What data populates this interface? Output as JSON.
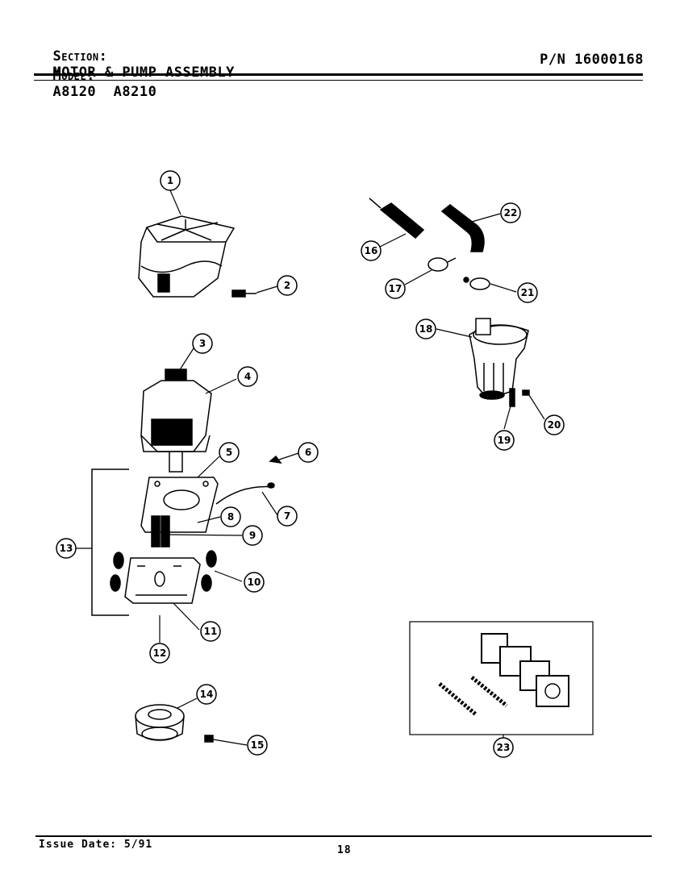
{
  "header": {
    "section_label": "Section:",
    "section_value": "MOTOR & PUMP ASSEMBLY",
    "model_label": "Model:",
    "model_value": "A8120  A8210",
    "part_number": "P/N 16000168"
  },
  "callouts": [
    "1",
    "2",
    "3",
    "4",
    "5",
    "6",
    "7",
    "8",
    "9",
    "10",
    "11",
    "12",
    "13",
    "14",
    "15",
    "16",
    "17",
    "18",
    "19",
    "20",
    "21",
    "22",
    "23"
  ],
  "footer": {
    "issue_date": "Issue Date: 5/91",
    "page_number": "18"
  }
}
